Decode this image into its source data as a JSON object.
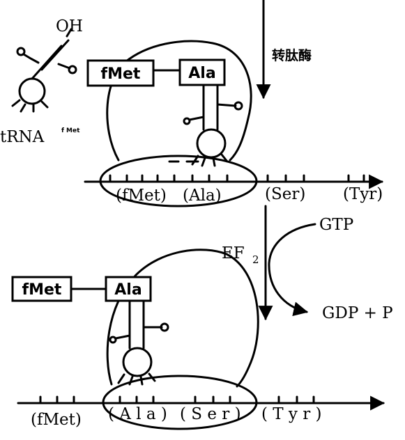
{
  "top": {
    "oh": "OH",
    "trna": "tRNA",
    "trna_sup": "f Met",
    "peptide": [
      "fMet",
      "Ala"
    ],
    "enzyme": "转肽酶",
    "mrna_codons": [
      "(fMet)",
      "(Ala)",
      "(Ser)",
      "(Tyr)"
    ]
  },
  "middle": {
    "factor": "EF",
    "factor_sub": "2",
    "input": "GTP",
    "output": "GDP + P"
  },
  "bottom": {
    "peptide": [
      "fMet",
      "Ala"
    ],
    "mrna_codons": [
      "(fMet)",
      "( A l a )",
      "( S e r )",
      "( T y r )"
    ]
  }
}
